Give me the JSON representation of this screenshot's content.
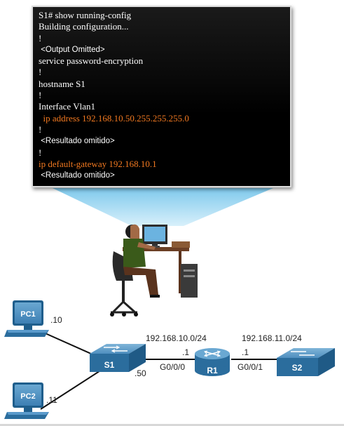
{
  "terminal": {
    "lines": [
      {
        "text": "S1# show running-config",
        "style": "serif",
        "highlight": false
      },
      {
        "text": "Building configuration...",
        "style": "serif",
        "highlight": false
      },
      {
        "text": "!",
        "style": "serif",
        "highlight": false
      },
      {
        "text": " <Output Omitted>",
        "style": "sans",
        "highlight": false
      },
      {
        "text": "service password-encryption",
        "style": "serif",
        "highlight": false
      },
      {
        "text": "!",
        "style": "serif",
        "highlight": false
      },
      {
        "text": "hostname S1",
        "style": "serif",
        "highlight": false
      },
      {
        "text": "!",
        "style": "serif",
        "highlight": false
      },
      {
        "text": "Interface Vlan1",
        "style": "serif",
        "highlight": false
      },
      {
        "text": "  ip address 192.168.10.50.255.255.255.0",
        "style": "serif",
        "highlight": true
      },
      {
        "text": "!",
        "style": "serif",
        "highlight": false
      },
      {
        "text": " <Resultado omitido>",
        "style": "sans",
        "highlight": false
      },
      {
        "text": "!",
        "style": "serif",
        "highlight": false
      },
      {
        "text": "ip default-gateway 192.168.10.1",
        "style": "serif",
        "highlight": true
      },
      {
        "text": " <Resultado omitido>",
        "style": "sans",
        "highlight": false
      }
    ]
  },
  "topology": {
    "pc1": {
      "label": "PC1",
      "host_octet": ".10"
    },
    "pc2": {
      "label": "PC2",
      "host_octet": ".11"
    },
    "s1": {
      "label": "S1",
      "mgmt_octet": ".50"
    },
    "r1": {
      "label": "R1",
      "left_octet": ".1",
      "right_octet": ".1",
      "left_iface": "G0/0/0",
      "right_iface": "G0/0/1"
    },
    "s2": {
      "label": "S2"
    },
    "left_network": "192.168.10.0/24",
    "right_network": "192.168.11.0/24"
  },
  "colors": {
    "highlight_text": "#f07820",
    "device_blue": "#2b6d9d",
    "beam_blue": "#8fd0ee"
  }
}
